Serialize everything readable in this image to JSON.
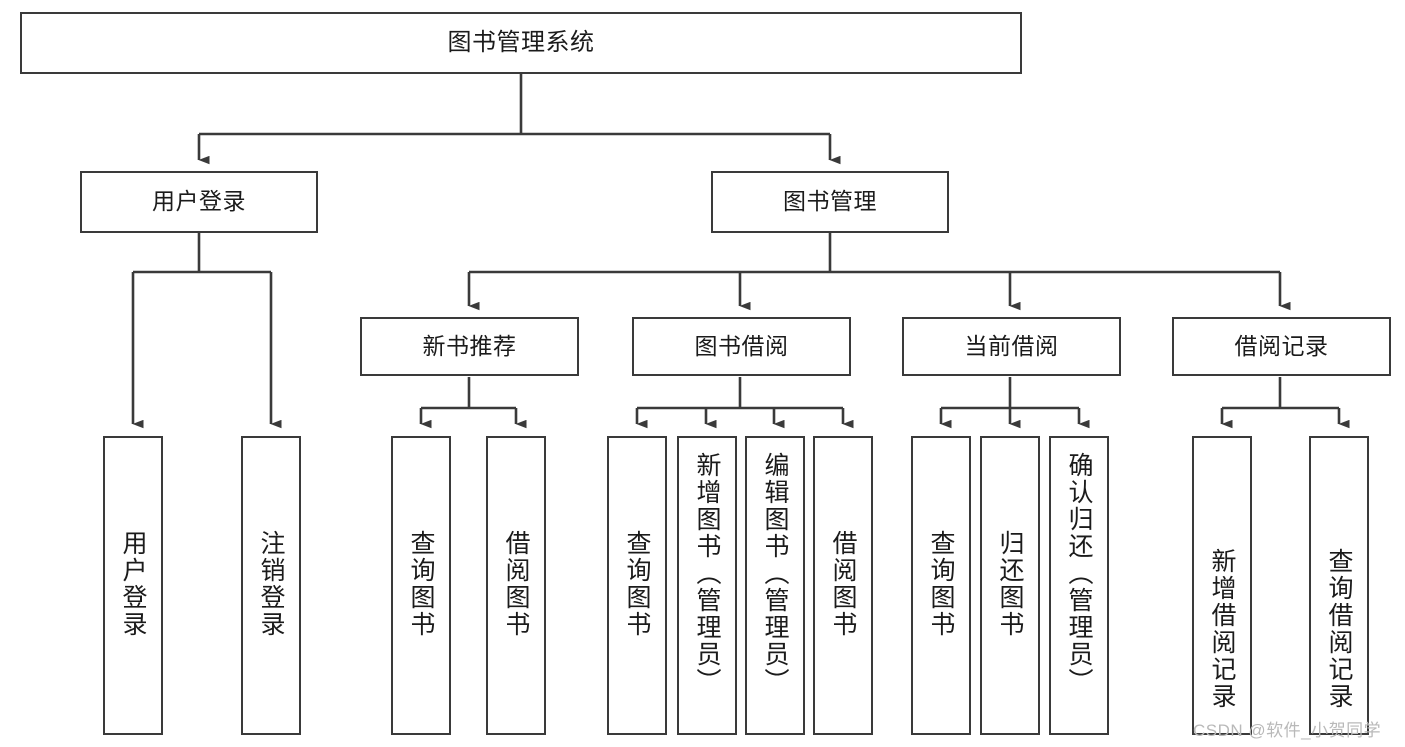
{
  "diagram": {
    "title": "图书管理系统",
    "type": "hierarchy-tree",
    "stroke_color": "#3a3a3a",
    "text_color": "#1b1b1b",
    "background": "#ffffff"
  },
  "watermark": {
    "text": "CSDN @软件_小贺同学",
    "color": "#b9b9b9"
  },
  "nodes": {
    "root": {
      "label": "图书管理系统"
    },
    "level2": [
      {
        "label": "用户登录"
      },
      {
        "label": "图书管理"
      }
    ],
    "level3": [
      {
        "label": "新书推荐"
      },
      {
        "label": "图书借阅"
      },
      {
        "label": "当前借阅"
      },
      {
        "label": "借阅记录"
      }
    ],
    "leaves": {
      "user_login": [
        {
          "label": "用户登录"
        },
        {
          "label": "注销登录"
        }
      ],
      "new_book": [
        {
          "label": "查询图书"
        },
        {
          "label": "借阅图书"
        }
      ],
      "book_borrow": [
        {
          "label": "查询图书"
        },
        {
          "label": "新增图书（管理员）"
        },
        {
          "label": "编辑图书（管理员）"
        },
        {
          "label": "借阅图书"
        }
      ],
      "current_borrow": [
        {
          "label": "查询图书"
        },
        {
          "label": "归还图书"
        },
        {
          "label": "确认归还（管理员）"
        }
      ],
      "borrow_record": [
        {
          "label": "新增借阅记录"
        },
        {
          "label": "查询借阅记录"
        }
      ]
    }
  }
}
